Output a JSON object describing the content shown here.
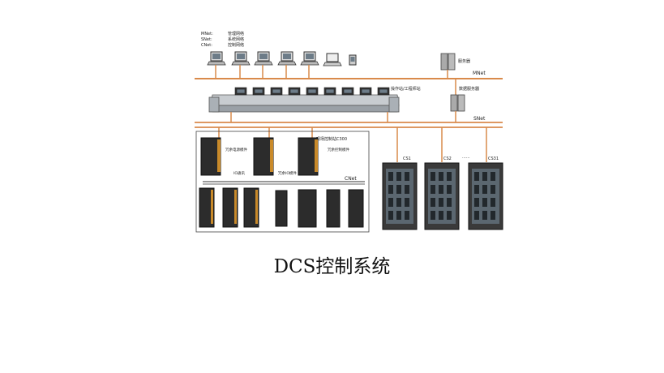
{
  "legend": [
    {
      "key": "MNet:",
      "desc": "管理网络"
    },
    {
      "key": "SNet:",
      "desc": "系统网络"
    },
    {
      "key": "CNet:",
      "desc": "控制网络"
    }
  ],
  "labels": {
    "mgmt_server": "服务器",
    "mnet": "MNet",
    "operator_station": "操作站/工程师站",
    "data_server": "数据服务器",
    "snet": "SNet",
    "field_station": "现场控制站C300",
    "redundant_power": "冗余电源模件",
    "io_bus": "IO通讯",
    "redundant_io": "冗余IO模件",
    "redundant_ctrl": "冗余控制模件",
    "cnet": "CNet",
    "cs1": "CS1",
    "cs2": "CS2",
    "cs_dots": "......",
    "cs31": "CS31"
  },
  "caption": "DCS控制系统",
  "colors": {
    "network_line": "#d98a4b",
    "cabinet": "#3a3a3a",
    "cabinet_face": "#5b6770"
  }
}
